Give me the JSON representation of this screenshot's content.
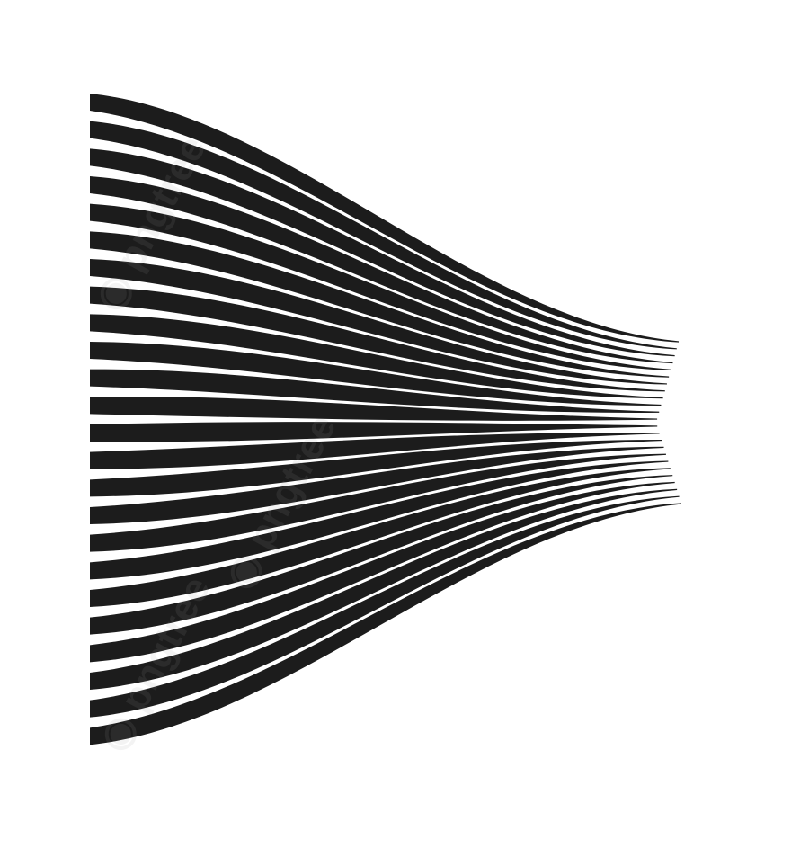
{
  "artwork": {
    "stripe_color": "#1c1c1c",
    "background_color": "#ffffff",
    "stripe_count": 24,
    "style": "speed-lines-perspective"
  },
  "watermark": {
    "text": "pngtree",
    "logo_icon": "pngtree-logo-icon"
  }
}
